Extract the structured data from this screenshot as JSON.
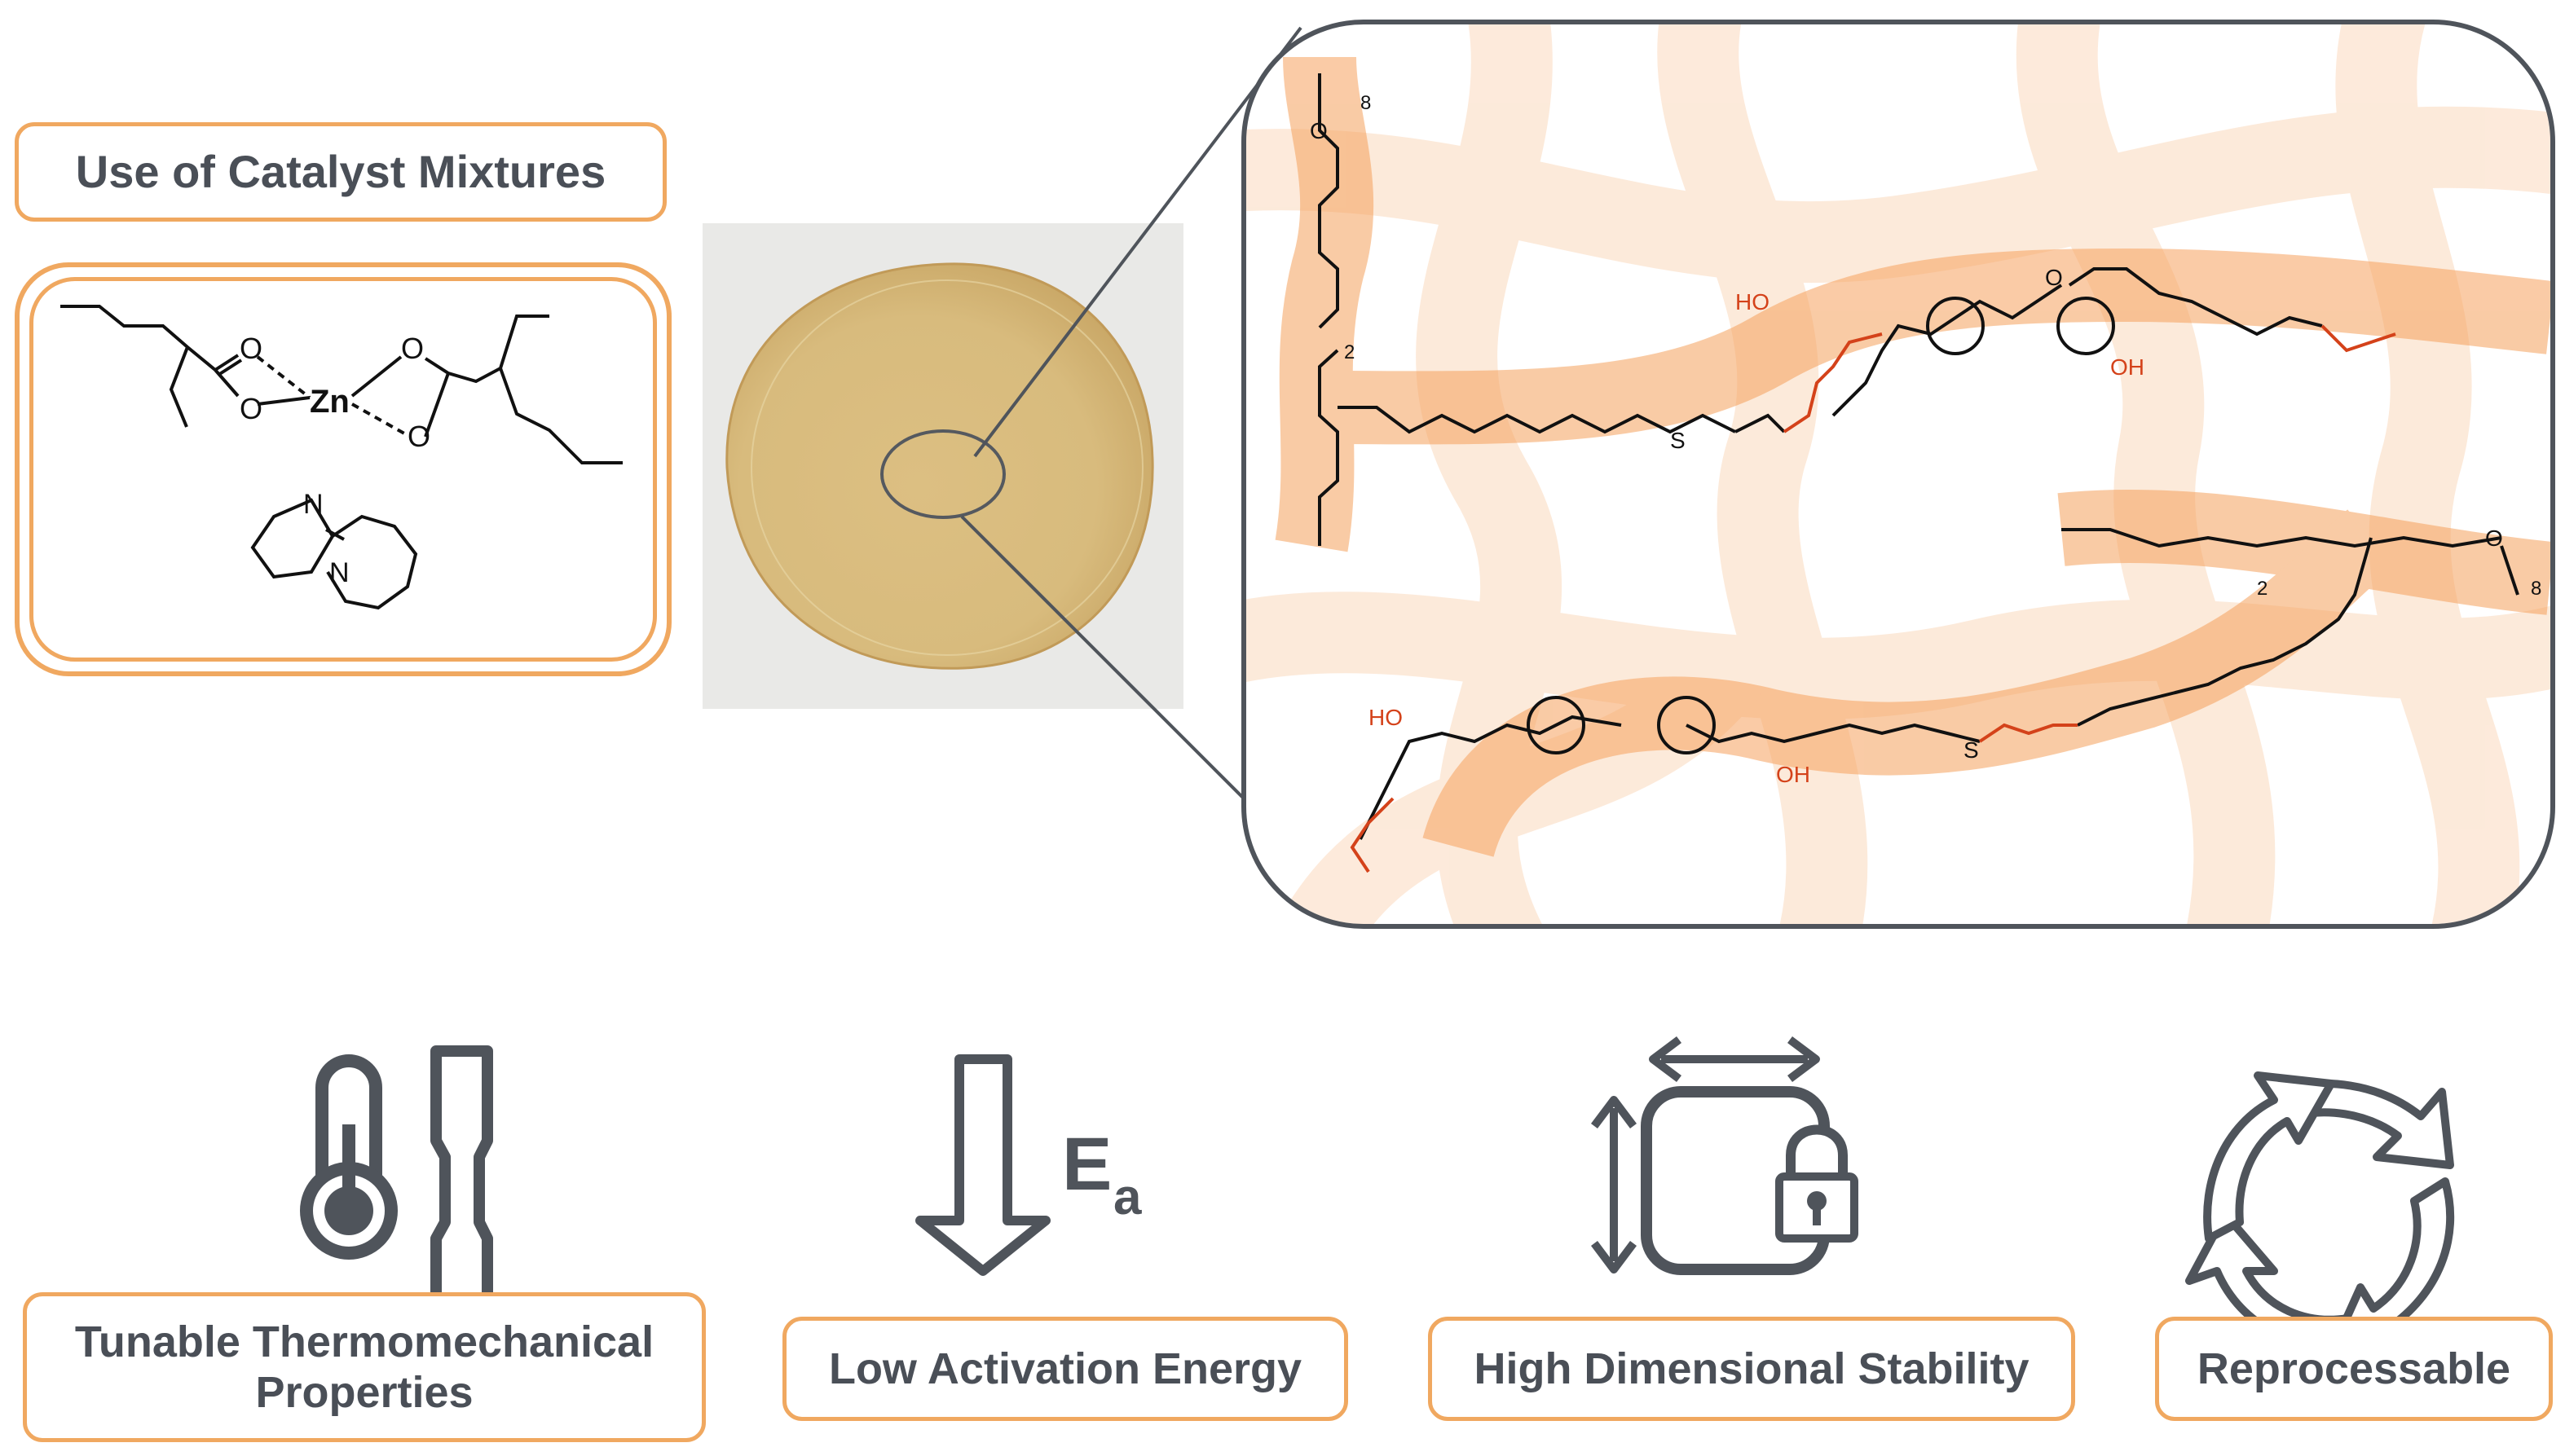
{
  "catalyst": {
    "title": "Use of Catalyst Mixtures",
    "zinc_symbol": "Zn",
    "oxygen_symbol": "O",
    "nitrogen_symbol": "N"
  },
  "network": {
    "hydroxyl": "HO",
    "hydroxyl_alt": "OH",
    "oxygen": "O",
    "sulfur": "S",
    "repeat_8": "8",
    "repeat_2": "2"
  },
  "properties": {
    "tunable": "Tunable Thermomechanical Properties",
    "activation": "Low Activation Energy",
    "stability": "High Dimensional Stability",
    "reprocessable": "Reprocessable",
    "ea_symbol": "E",
    "ea_subscript": "a"
  },
  "colors": {
    "accent_orange": "#f0a860",
    "band_orange": "#f5a15c",
    "chem_red": "#d4421a",
    "icon_gray": "#4f545b"
  },
  "icons": [
    "thermometer-icon",
    "tensile-specimen-icon",
    "down-arrow-icon",
    "horizontal-double-arrow-icon",
    "vertical-double-arrow-icon",
    "rounded-square-icon",
    "lock-icon",
    "recycle-arrows-icon"
  ]
}
